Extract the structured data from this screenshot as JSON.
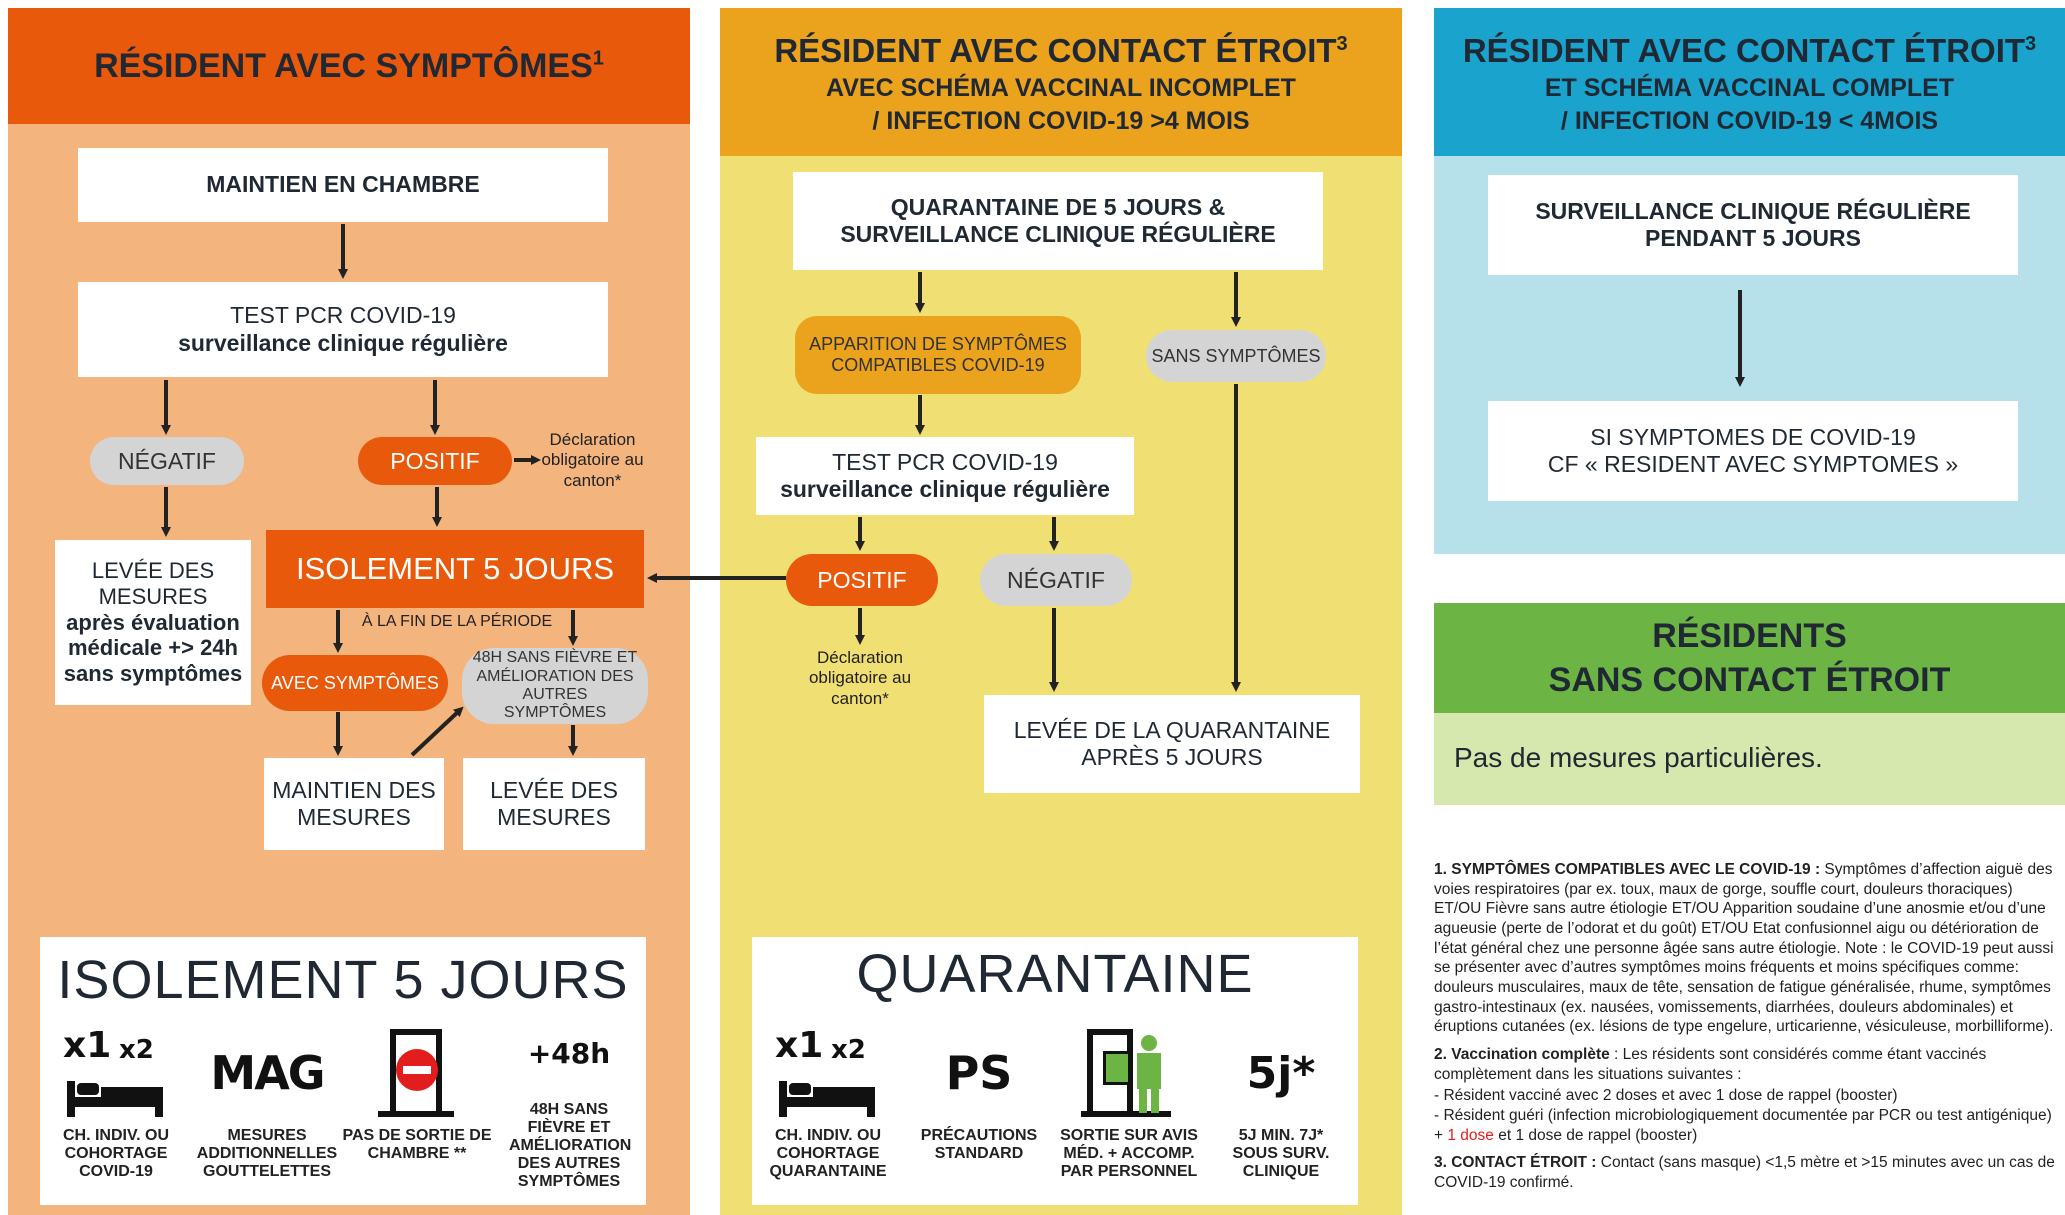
{
  "col1": {
    "header": "RÉSIDENT AVEC SYMPTÔMES",
    "header_sup": "1",
    "maintien": "MAINTIEN EN CHAMBRE",
    "test_line1": "TEST PCR COVID-19",
    "test_line2": "surveillance clinique régulière",
    "negatif": "NÉGATIF",
    "positif": "POSITIF",
    "declaration": "Déclaration obligatoire au canton*",
    "levee_line1": "LEVÉE DES MESURES",
    "levee_line2": "après évaluation médicale +> 24h sans symptômes",
    "isolement": "ISOLEMENT 5 JOURS",
    "fin_periode": "À LA FIN DE LA PÉRIODE",
    "avec_symptomes": "AVEC SYMPTÔMES",
    "sans_fievre": "48H SANS FIÈVRE ET AMÉLIORATION DES AUTRES SYMPTÔMES",
    "maintien_mesures": "MAINTIEN DES MESURES",
    "levee_mesures": "LEVÉE DES MESURES"
  },
  "col2": {
    "header_line1": "RÉSIDENT AVEC CONTACT ÉTROIT",
    "header_sup": "3",
    "header_line2": "AVEC SCHÉMA VACCINAL INCOMPLET",
    "header_line3": "/ INFECTION COVID-19 >4 MOIS",
    "quarantaine_line1": "QUARANTAINE DE 5 JOURS &",
    "quarantaine_line2": "SURVEILLANCE CLINIQUE RÉGULIÈRE",
    "apparition": "APPARITION DE SYMPTÔMES COMPATIBLES COVID-19",
    "sans_symptomes": "SANS SYMPTÔMES",
    "test_line1": "TEST PCR COVID-19",
    "test_line2": "surveillance clinique régulière",
    "positif": "POSITIF",
    "negatif": "NÉGATIF",
    "declaration": "Déclaration obligatoire au canton*",
    "levee_line1": "LEVÉE DE LA QUARANTAINE",
    "levee_line2": "APRÈS 5 JOURS"
  },
  "col3": {
    "header_line1": "RÉSIDENT AVEC CONTACT ÉTROIT",
    "header_sup": "3",
    "header_line2": "ET SCHÉMA VACCINAL COMPLET",
    "header_line3": "/ INFECTION COVID-19 < 4MOIS",
    "surveillance_line1": "SURVEILLANCE CLINIQUE RÉGULIÈRE",
    "surveillance_line2": "PENDANT 5 JOURS",
    "si_line1": "SI SYMPTOMES DE COVID-19",
    "si_line2": "CF « RESIDENT AVEC SYMPTOMES »"
  },
  "col4": {
    "header_line1": "RÉSIDENTS",
    "header_line2": "SANS CONTACT ÉTROIT",
    "body": "Pas de mesures particulières."
  },
  "panel_isolement": {
    "title": "ISOLEMENT 5 JOURS",
    "icons": [
      {
        "glyph": "x1 x2",
        "caption": "CH. INDIV. OU COHORTAGE COVID-19"
      },
      {
        "glyph": "MAG",
        "caption": "MESURES ADDITIONNELLES GOUTTELETTES"
      },
      {
        "glyph": "",
        "caption": "PAS DE SORTIE DE CHAMBRE **"
      },
      {
        "glyph": "+48h",
        "caption": "48H SANS FIÈVRE ET AMÉLIORATION DES AUTRES SYMPTÔMES"
      }
    ]
  },
  "panel_quarantaine": {
    "title": "QUARANTAINE",
    "icons": [
      {
        "glyph": "x1 x2",
        "caption": "CH. INDIV. OU COHORTAGE QUARANTAINE"
      },
      {
        "glyph": "PS",
        "caption": "PRÉCAUTIONS STANDARD"
      },
      {
        "glyph": "",
        "caption": "SORTIE SUR AVIS MÉD. + ACCOMP. PAR PERSONNEL"
      },
      {
        "glyph": "5j*",
        "caption": "5J MIN. 7J* SOUS SURV. CLINIQUE"
      }
    ]
  },
  "footnotes": {
    "n1_title": "1. SYMPTÔMES COMPATIBLES AVEC LE COVID-19 :",
    "n1_text": " Symptômes d’affection aiguë des voies respiratoires (par ex. toux, maux de gorge, souffle court, douleurs thoraciques) ET/OU Fièvre sans autre étiologie ET/OU Apparition soudaine d’une anosmie et/ou d’une agueusie (perte de l’odorat et du goût) ET/OU Etat confusionnel aigu ou détérioration de l’état général chez une personne âgée sans autre étiologie. Note : le COVID-19 peut aussi se présenter avec d’autres symptômes moins fréquents et moins spécifiques comme: douleurs musculaires, maux de tête, sensation de fatigue généralisée, rhume, symptômes gastro-intestinaux (ex. nausées, vomissements, diarrhées, douleurs abdominales) et éruptions cutanées (ex. lésions de type engelure, urticarienne, vésiculeuse, morbilliforme).",
    "n2_title": "2. Vaccination complète",
    "n2_text": " : Les résidents sont considérés comme étant vaccinés complètement dans les situations suivantes :",
    "n2_item1": "- Résident vacciné avec 2 doses et avec 1 dose de rappel (booster)",
    "n2_item2_a": "- Résident guéri (infection microbiologiquement documentée par PCR ou test antigénique) + ",
    "n2_item2_red": "1 dose",
    "n2_item2_b": " et 1 dose de rappel (booster)",
    "n3_title": "3. CONTACT ÉTROIT :",
    "n3_text": " Contact (sans masque) <1,5 mètre et >15 minutes avec un cas de COVID-19 confirmé."
  },
  "colors": {
    "orange_dark": "#e8590c",
    "orange_light": "#f4b47d",
    "yellow_dark": "#eba21c",
    "yellow_light": "#f0df72",
    "blue_dark": "#1aa3cc",
    "blue_light": "#b6e1ea",
    "green_dark": "#6cb545",
    "green_light": "#d7e8ae"
  }
}
